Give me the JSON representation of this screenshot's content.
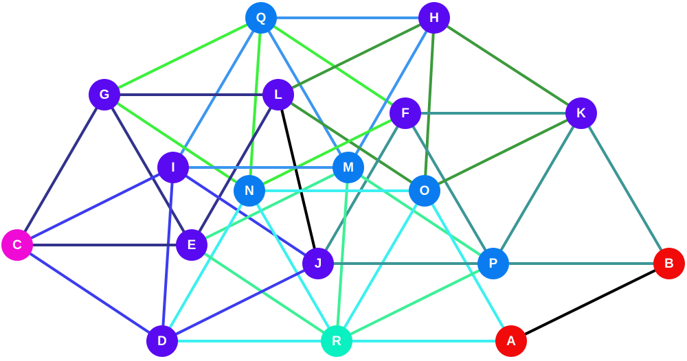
{
  "graph": {
    "nodes": [
      {
        "id": "Q",
        "label": "Q",
        "color": "#0a7cf0"
      },
      {
        "id": "H",
        "label": "H",
        "color": "#5a0af0"
      },
      {
        "id": "G",
        "label": "G",
        "color": "#5a0af0"
      },
      {
        "id": "L",
        "label": "L",
        "color": "#5a0af0"
      },
      {
        "id": "F",
        "label": "F",
        "color": "#5a0af0"
      },
      {
        "id": "K",
        "label": "K",
        "color": "#5a0af0"
      },
      {
        "id": "I",
        "label": "I",
        "color": "#5a0af0"
      },
      {
        "id": "M",
        "label": "M",
        "color": "#0a7cf0"
      },
      {
        "id": "N",
        "label": "N",
        "color": "#0a7cf0"
      },
      {
        "id": "O",
        "label": "O",
        "color": "#0a7cf0"
      },
      {
        "id": "C",
        "label": "C",
        "color": "#f00ad6"
      },
      {
        "id": "E",
        "label": "E",
        "color": "#5a0af0"
      },
      {
        "id": "J",
        "label": "J",
        "color": "#5a0af0"
      },
      {
        "id": "P",
        "label": "P",
        "color": "#0a7cf0"
      },
      {
        "id": "B",
        "label": "B",
        "color": "#f00a0a"
      },
      {
        "id": "D",
        "label": "D",
        "color": "#5a0af0"
      },
      {
        "id": "R",
        "label": "R",
        "color": "#0af0c0"
      },
      {
        "id": "A",
        "label": "A",
        "color": "#f00a0a"
      }
    ],
    "edges": [
      {
        "source": "Q",
        "target": "H",
        "color": "#3c96f0"
      },
      {
        "source": "Q",
        "target": "G",
        "color": "#3cf03c"
      },
      {
        "source": "Q",
        "target": "F",
        "color": "#3cf03c"
      },
      {
        "source": "Q",
        "target": "N",
        "color": "#3cf03c"
      },
      {
        "source": "Q",
        "target": "I",
        "color": "#3c96f0"
      },
      {
        "source": "Q",
        "target": "M",
        "color": "#3c96f0"
      },
      {
        "source": "H",
        "target": "L",
        "color": "#3c9a3c"
      },
      {
        "source": "H",
        "target": "K",
        "color": "#3c9a3c"
      },
      {
        "source": "H",
        "target": "O",
        "color": "#3c9a3c"
      },
      {
        "source": "H",
        "target": "M",
        "color": "#3c96f0"
      },
      {
        "source": "G",
        "target": "L",
        "color": "#32328c"
      },
      {
        "source": "G",
        "target": "C",
        "color": "#32328c"
      },
      {
        "source": "G",
        "target": "E",
        "color": "#32328c"
      },
      {
        "source": "G",
        "target": "N",
        "color": "#3cf03c"
      },
      {
        "source": "L",
        "target": "O",
        "color": "#3c9a3c"
      },
      {
        "source": "L",
        "target": "J",
        "color": "#000000"
      },
      {
        "source": "L",
        "target": "E",
        "color": "#32328c"
      },
      {
        "source": "F",
        "target": "K",
        "color": "#3c9696"
      },
      {
        "source": "F",
        "target": "N",
        "color": "#3cf03c"
      },
      {
        "source": "F",
        "target": "J",
        "color": "#3c9696"
      },
      {
        "source": "F",
        "target": "P",
        "color": "#3c9696"
      },
      {
        "source": "K",
        "target": "O",
        "color": "#3c9a3c"
      },
      {
        "source": "K",
        "target": "P",
        "color": "#3c9696"
      },
      {
        "source": "K",
        "target": "B",
        "color": "#3c9696"
      },
      {
        "source": "I",
        "target": "M",
        "color": "#3c96f0"
      },
      {
        "source": "I",
        "target": "C",
        "color": "#3c3cf0"
      },
      {
        "source": "I",
        "target": "J",
        "color": "#3c3cf0"
      },
      {
        "source": "I",
        "target": "D",
        "color": "#3c3cf0"
      },
      {
        "source": "M",
        "target": "E",
        "color": "#3cf096"
      },
      {
        "source": "M",
        "target": "R",
        "color": "#3cf096"
      },
      {
        "source": "M",
        "target": "P",
        "color": "#3cf096"
      },
      {
        "source": "N",
        "target": "O",
        "color": "#3cf0f0"
      },
      {
        "source": "N",
        "target": "D",
        "color": "#3cf0f0"
      },
      {
        "source": "N",
        "target": "R",
        "color": "#3cf0f0"
      },
      {
        "source": "O",
        "target": "R",
        "color": "#3cf0f0"
      },
      {
        "source": "O",
        "target": "A",
        "color": "#3cf0f0"
      },
      {
        "source": "C",
        "target": "E",
        "color": "#32328c"
      },
      {
        "source": "C",
        "target": "D",
        "color": "#3c3cf0"
      },
      {
        "source": "E",
        "target": "R",
        "color": "#3cf096"
      },
      {
        "source": "J",
        "target": "P",
        "color": "#3c9696"
      },
      {
        "source": "J",
        "target": "D",
        "color": "#3c3cf0"
      },
      {
        "source": "P",
        "target": "B",
        "color": "#3c9696"
      },
      {
        "source": "P",
        "target": "R",
        "color": "#3cf096"
      },
      {
        "source": "B",
        "target": "A",
        "color": "#000000"
      },
      {
        "source": "D",
        "target": "R",
        "color": "#3cf0f0"
      },
      {
        "source": "R",
        "target": "A",
        "color": "#3cf0f0"
      }
    ]
  }
}
